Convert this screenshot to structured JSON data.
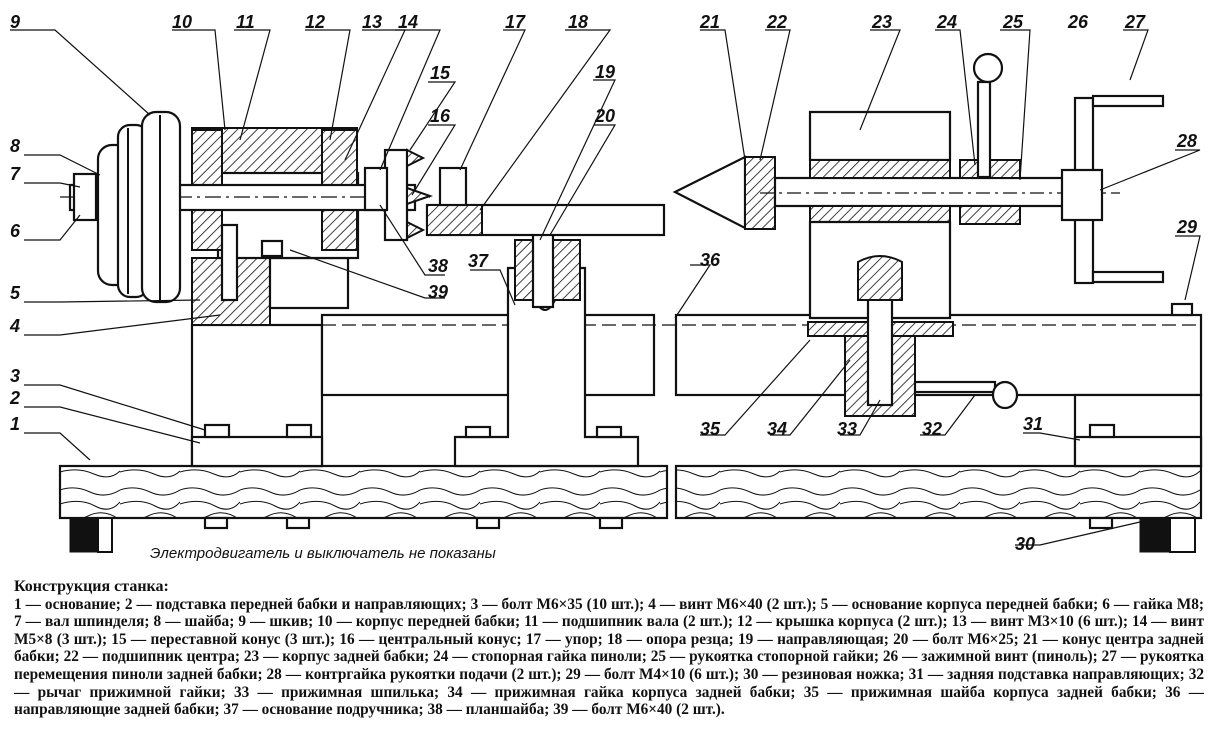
{
  "callouts": {
    "c1": "1",
    "c2": "2",
    "c3": "3",
    "c4": "4",
    "c5": "5",
    "c6": "6",
    "c7": "7",
    "c8": "8",
    "c9": "9",
    "c10": "10",
    "c11": "11",
    "c12": "12",
    "c13": "13",
    "c14": "14",
    "c15": "15",
    "c16": "16",
    "c17": "17",
    "c18": "18",
    "c19": "19",
    "c20": "20",
    "c21": "21",
    "c22": "22",
    "c23": "23",
    "c24": "24",
    "c25": "25",
    "c26": "26",
    "c27": "27",
    "c28": "28",
    "c29": "29",
    "c30": "30",
    "c31": "31",
    "c32": "32",
    "c33": "33",
    "c34": "34",
    "c35": "35",
    "c36": "36",
    "c37": "37",
    "c38": "38",
    "c39": "39"
  },
  "note": "Электродвигатель и выключатель не показаны",
  "caption": {
    "title": "Конструкция станка:",
    "body": "1 — основание; 2 — подставка передней бабки и направляющих; 3 — болт М6×35 (10 шт.); 4 — винт М6×40 (2 шт.); 5 — основание корпуса передней бабки; 6 — гайка М8; 7 — вал шпинделя; 8 — шайба; 9 — шкив; 10 — корпус передней бабки; 11 — подшипник вала (2 шт.); 12 — крышка корпуса (2 шт.); 13 — винт М3×10 (6 шт.); 14 — винт М5×8 (3 шт.); 15 — переставной конус (3 шт.); 16 — центральный конус; 17 — упор; 18 — опора резца; 19 — направляющая; 20 — болт М6×25; 21 — конус центра задней бабки; 22 — подшипник центра; 23 — корпус задней бабки; 24 — стопорная гайка пиноли; 25 — рукоятка стопорной гайки; 26 — зажимной винт (пиноль); 27 — рукоятка перемещения пиноли задней бабки; 28 — контргайка рукоятки подачи (2 шт.); 29 — болт М4×10 (6 шт.); 30 — резиновая ножка; 31 — задняя подставка направляющих; 32 — рычаг прижимной гайки; 33 — прижимная шпилька; 34 — прижимная гайка корпуса задней бабки; 35 — прижимная шайба корпуса задней бабки; 36 — направляющие задней бабки; 37 — основание подручника; 38 — планшайба; 39 — болт М6×40 (2 шт.)."
  }
}
